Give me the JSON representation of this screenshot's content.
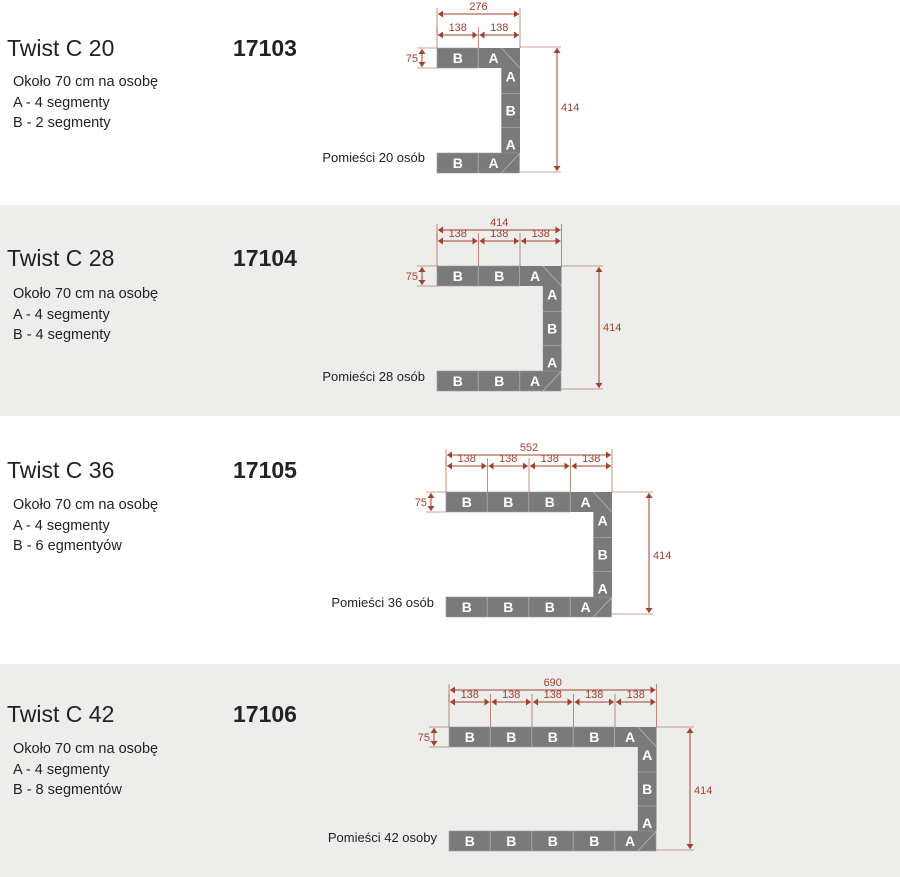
{
  "colors": {
    "alt_band": "#ededec",
    "segment": "#7a7a7a",
    "segment_text": "#ffffff",
    "dimension": "#a0412d"
  },
  "products": [
    {
      "title": "Twist C 20",
      "code": "17103",
      "lines": [
        "Około 70 cm na osobę",
        "A - 4 segmenty",
        "B - 2 segmenty"
      ],
      "capacity": "Pomieści 20 osób",
      "total_width": "276",
      "segment_width": "138",
      "segment_depth": "75",
      "height": "414",
      "top_row": [
        "B",
        "A"
      ],
      "side_col": [
        "A",
        "B",
        "A"
      ],
      "bottom_row": [
        "B",
        "A"
      ]
    },
    {
      "title": "Twist C 28",
      "code": "17104",
      "lines": [
        "Około 70 cm na osobę",
        "A - 4 segmenty",
        "B - 4 segmenty"
      ],
      "capacity": "Pomieści 28 osób",
      "total_width": "414",
      "segment_width": "138",
      "segment_depth": "75",
      "height": "414",
      "top_row": [
        "B",
        "B",
        "A"
      ],
      "side_col": [
        "A",
        "B",
        "A"
      ],
      "bottom_row": [
        "B",
        "B",
        "A"
      ]
    },
    {
      "title": "Twist C 36",
      "code": "17105",
      "lines": [
        "Około 70 cm na osobę",
        "A - 4 segmenty",
        "B - 6 egmentyów"
      ],
      "capacity": "Pomieści 36 osób",
      "total_width": "552",
      "segment_width": "138",
      "segment_depth": "75",
      "height": "414",
      "top_row": [
        "B",
        "B",
        "B",
        "A"
      ],
      "side_col": [
        "A",
        "B",
        "A"
      ],
      "bottom_row": [
        "B",
        "B",
        "B",
        "A"
      ]
    },
    {
      "title": "Twist C 42",
      "code": "17106",
      "lines": [
        "Około 70 cm na osobę",
        "A - 4 segmenty",
        "B - 8 segmentów"
      ],
      "capacity": "Pomieści 42 osoby",
      "total_width": "690",
      "segment_width": "138",
      "segment_depth": "75",
      "height": "414",
      "top_row": [
        "B",
        "B",
        "B",
        "B",
        "A"
      ],
      "side_col": [
        "A",
        "B",
        "A"
      ],
      "bottom_row": [
        "B",
        "B",
        "B",
        "B",
        "A"
      ]
    }
  ]
}
